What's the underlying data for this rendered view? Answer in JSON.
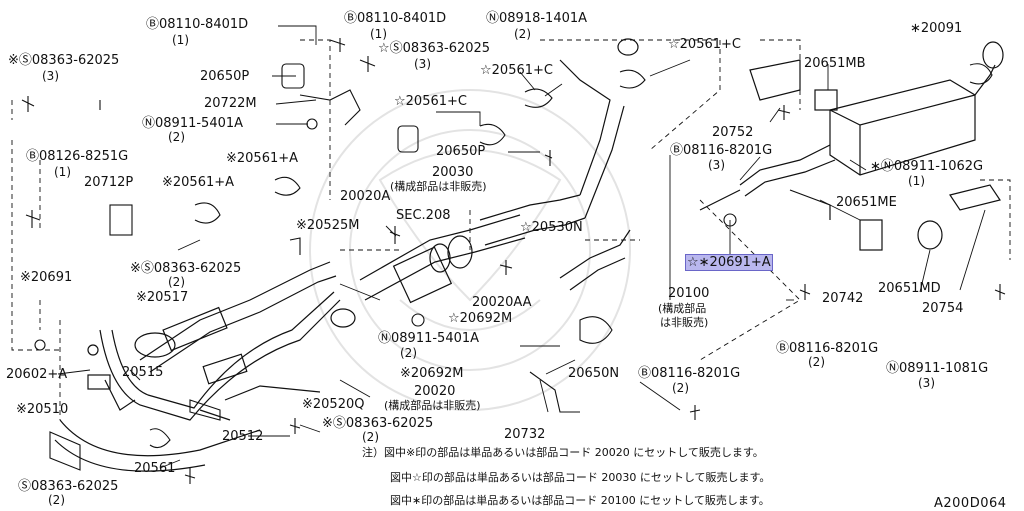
{
  "labels": {
    "b_08110_8401d_a": "Ⓑ08110-8401D",
    "b_08110_8401d_a_q": "(1)",
    "b_08110_8401d_b": "Ⓑ08110-8401D",
    "b_08110_8401d_b_q": "(1)",
    "n_08918_1401a": "Ⓝ08918-1401A",
    "n_08918_1401a_q": "(2)",
    "s_08363_62025_a": "※Ⓢ08363-62025",
    "s_08363_62025_a_q": "(3)",
    "s_08363_62025_b": "☆Ⓢ08363-62025",
    "s_08363_62025_b_q": "(3)",
    "p20650p_a": "20650P",
    "p20722m": "20722M",
    "n_08911_5401a_a": "Ⓝ08911-5401A",
    "n_08911_5401a_a_q": "(2)",
    "b_08126_8251g": "Ⓑ08126-8251G",
    "b_08126_8251g_q": "(1)",
    "p20712p": "20712P",
    "p20561a_a": "※20561+A",
    "p20561a_b": "※20561+A",
    "p20561c_a": "☆20561+C",
    "p20561c_b": "☆20561+C",
    "p20561c_c": "☆20561+C",
    "p20650p_b": "20650P",
    "p20091": "∗20091",
    "p20651mb": "20651MB",
    "p20752": "20752",
    "b_08116_8201g_a": "Ⓑ08116-8201G",
    "b_08116_8201g_a_q": "(3)",
    "n_08911_1062g": "∗Ⓝ08911-1062G",
    "n_08911_1062g_q": "(1)",
    "p20030": "20030",
    "p20030_note": "(構成部品は非販売)",
    "p20020a": "20020A",
    "sec208": "SEC.208",
    "p20525m": "※20525M",
    "p20530n": "☆20530N",
    "p20691a": "☆∗20691+A",
    "p20651me": "20651ME",
    "s_08363_62025_c": "※Ⓢ08363-62025",
    "s_08363_62025_c_q": "(2)",
    "p20691": "※20691",
    "p20517": "※20517",
    "p20020aa": "20020AA",
    "p20692m_a": "☆20692M",
    "p20100": "20100",
    "p20100_note1": "(構成部品",
    "p20100_note2": "は非販売)",
    "p20742": "20742",
    "p20651md": "20651MD",
    "p20754": "20754",
    "n_08911_5401a_b": "Ⓝ08911-5401A",
    "n_08911_5401a_b_q": "(2)",
    "b_08116_8201g_b": "Ⓑ08116-8201G",
    "b_08116_8201g_b_q": "(2)",
    "p20602a": "20602+A",
    "p20515": "20515",
    "p20692m_b": "※20692M",
    "p20650n": "20650N",
    "b_08116_8201g_c": "Ⓑ08116-8201G",
    "b_08116_8201g_c_q": "(2)",
    "n_08911_1081g": "Ⓝ08911-1081G",
    "n_08911_1081g_q": "(3)",
    "p20020": "20020",
    "p20510": "※20510",
    "p20520q": "※20520Q",
    "p20520q_note": "(構成部品は非販売)",
    "p20512": "20512",
    "s_08363_62025_d": "※Ⓢ08363-62025",
    "s_08363_62025_d_q": "(2)",
    "p20732": "20732",
    "p20561": "20561",
    "s_08363_62025_e": "Ⓢ08363-62025",
    "s_08363_62025_e_q": "(2)"
  },
  "notes": {
    "line1": "注）図中※印の部品は単品あるいは部品コード 20020 にセットして販売します。",
    "line2": "図中☆印の部品は単品あるいは部品コード 20030 にセットして販売します。",
    "line3": "図中∗印の部品は単品あるいは部品コード 20100 にセットして販売します。"
  },
  "diagram_code": "A200D064",
  "colors": {
    "highlight": "#b9b7ee",
    "ink": "#111111"
  }
}
